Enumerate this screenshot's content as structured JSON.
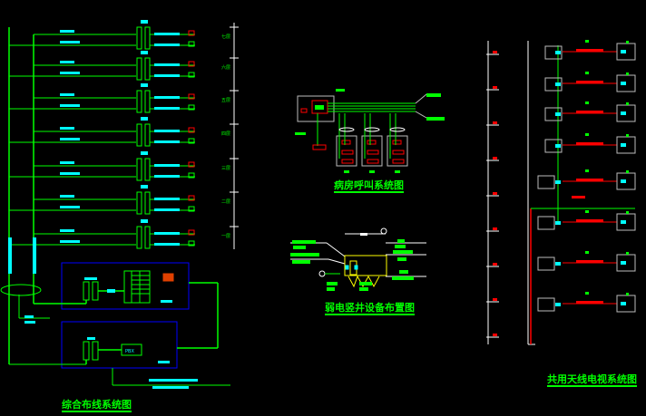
{
  "titles": {
    "cabling": "综合布线系统图",
    "nurse_call": "病房呼叫系统图",
    "shaft": "弱电竖井设备布置图",
    "catv": "共用天线电视系统图"
  },
  "cabling": {
    "pbx_label": "PBX",
    "floors": 7,
    "floor_labels": [
      "七层",
      "六层",
      "五层",
      "四层",
      "三层",
      "二层",
      "一层"
    ]
  },
  "colors": {
    "line": "#00ff00",
    "text": "#00ffff",
    "frame": "#0000ff",
    "accent": "#ff0000",
    "yellow": "#ffff00",
    "white": "#ffffff",
    "phone": "#e04000"
  },
  "catv": {
    "levels": 9,
    "outlets": 8
  }
}
